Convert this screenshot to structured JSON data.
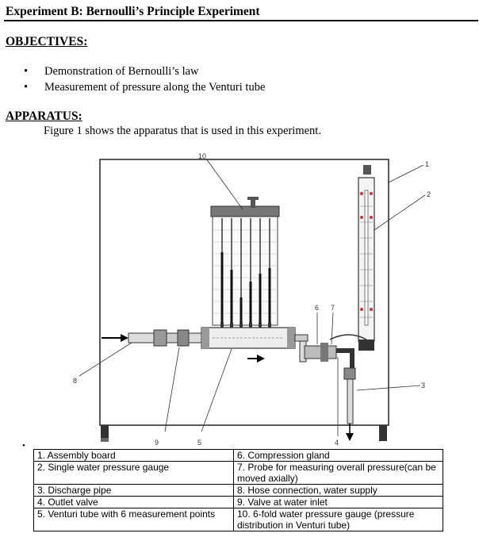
{
  "title": "Experiment B:  Bernoulli’s Principle Experiment",
  "objectives": {
    "heading": "OBJECTIVES:",
    "items": [
      "Demonstration of Bernoulli’s law",
      "Measurement of pressure along the Venturi tube"
    ]
  },
  "apparatus": {
    "heading": "APPARATUS:",
    "description": "Figure 1 shows the apparatus that is used in this experiment."
  },
  "figure": {
    "callouts": [
      "1",
      "2",
      "3",
      "4",
      "5",
      "6",
      "7",
      "8",
      "9",
      "10"
    ]
  },
  "legend": [
    [
      "1. Assembly board",
      "6. Compression gland"
    ],
    [
      "2. Single water pressure gauge",
      "7. Probe for measuring overall pressure(can be moved axially)"
    ],
    [
      "3. Discharge pipe",
      "8. Hose connection, water supply"
    ],
    [
      "4. Outlet valve",
      "9. Valve at water inlet"
    ],
    [
      "5. Venturi tube with 6 measurement points",
      "10. 6-fold water pressure gauge (pressure distribution in Venturi tube)"
    ]
  ]
}
